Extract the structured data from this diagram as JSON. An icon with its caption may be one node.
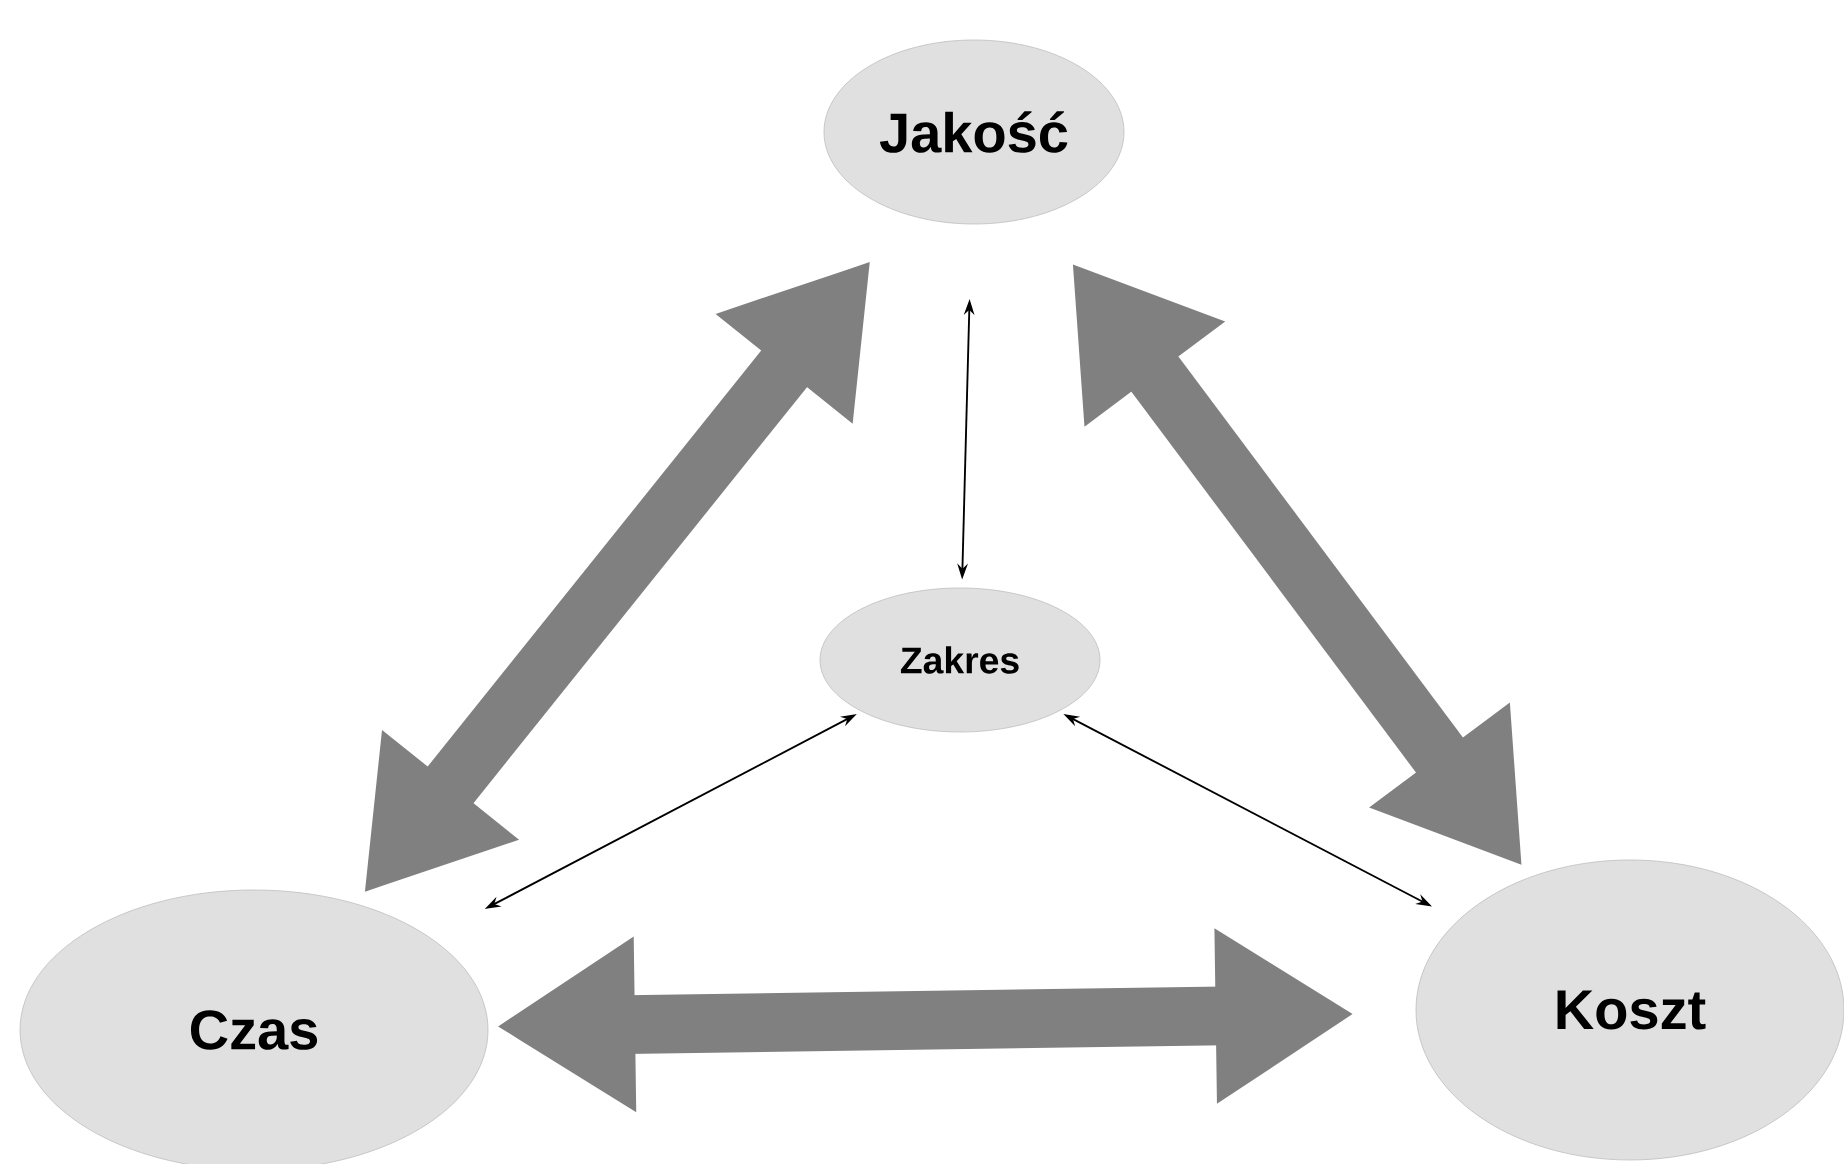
{
  "diagram": {
    "nodes": [
      {
        "text": [
          "Jakość"
        ]
      },
      {
        "text": [
          "Zakres"
        ]
      },
      {
        "text": [
          "Czas"
        ]
      },
      {
        "text": [
          "Koszt"
        ]
      }
    ],
    "edges": [
      {
        "from": 0,
        "to": 2,
        "arrow": "both",
        "style": "thick",
        "color": "#808080"
      },
      {
        "from": 0,
        "to": 3,
        "arrow": "both",
        "style": "thick",
        "color": "#808080"
      },
      {
        "from": 2,
        "to": 3,
        "arrow": "both",
        "style": "thick",
        "color": "#808080"
      },
      {
        "from": 0,
        "to": 1,
        "arrow": "both",
        "color": "#000000"
      },
      {
        "from": 1,
        "to": 2,
        "arrow": "both",
        "color": "#000000"
      },
      {
        "from": 1,
        "to": 3,
        "arrow": "both",
        "color": "#000000"
      }
    ]
  }
}
